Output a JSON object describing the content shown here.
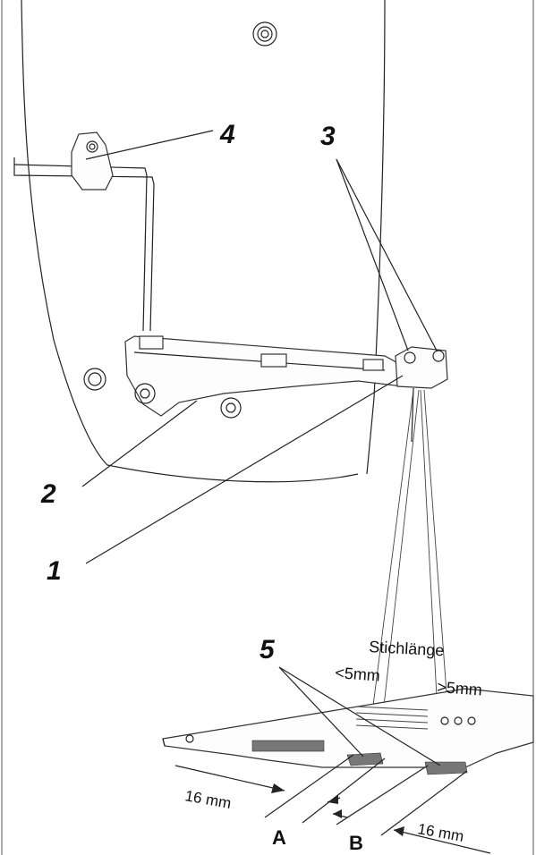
{
  "callouts": {
    "c1": "1",
    "c2": "2",
    "c3": "3",
    "c4": "4",
    "c5": "5"
  },
  "labels": {
    "stitch_length": "Stichlänge",
    "less_5mm": "<5mm",
    "greater_5mm": ">5mm",
    "dim_left": "16 mm",
    "dim_right": "16 mm",
    "pos_a": "A",
    "pos_b": "B"
  }
}
